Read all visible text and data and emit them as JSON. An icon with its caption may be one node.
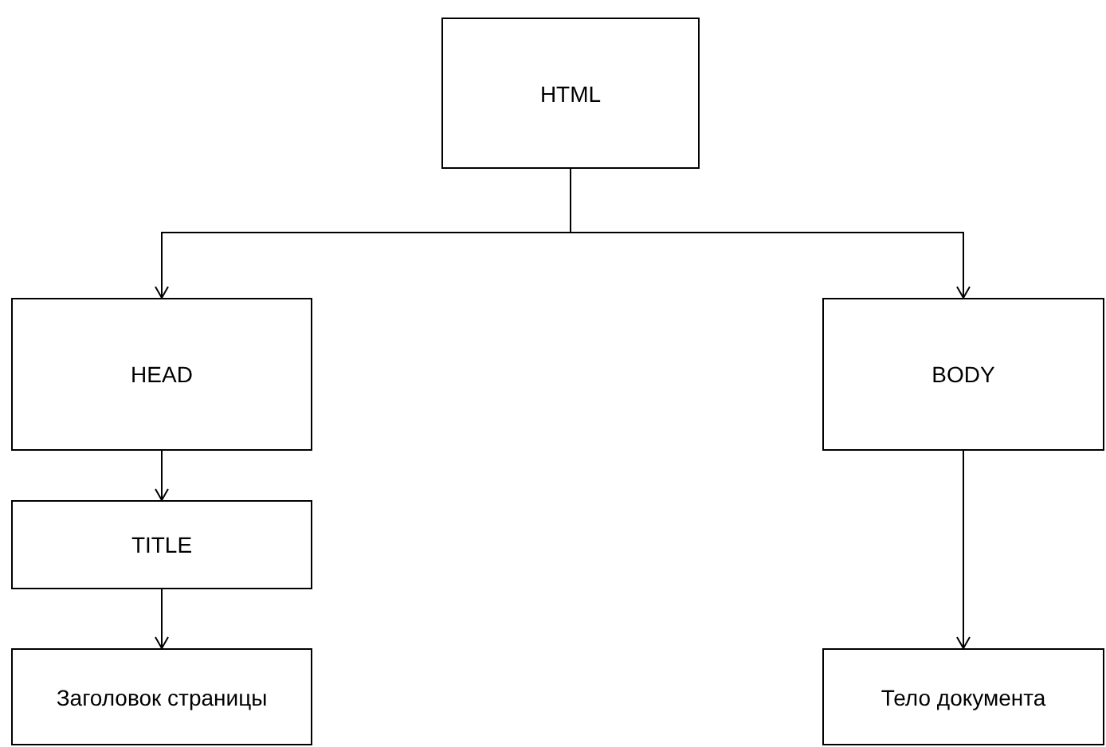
{
  "diagram": {
    "nodes": [
      {
        "text": [
          "HTML"
        ]
      },
      {
        "text": [
          "HEAD"
        ]
      },
      {
        "text": [
          "BODY"
        ]
      },
      {
        "text": [
          "TITLE"
        ]
      },
      {
        "text": [
          "Заголовок страницы"
        ]
      },
      {
        "text": [
          "Тело документа"
        ]
      }
    ],
    "edges": [
      {
        "from": 0,
        "to": 1,
        "arrow": "to"
      },
      {
        "from": 0,
        "to": 2,
        "arrow": "to"
      },
      {
        "from": 1,
        "to": 3,
        "arrow": "to"
      },
      {
        "from": 3,
        "to": 4,
        "arrow": "to"
      },
      {
        "from": 2,
        "to": 5,
        "arrow": "to"
      }
    ]
  }
}
